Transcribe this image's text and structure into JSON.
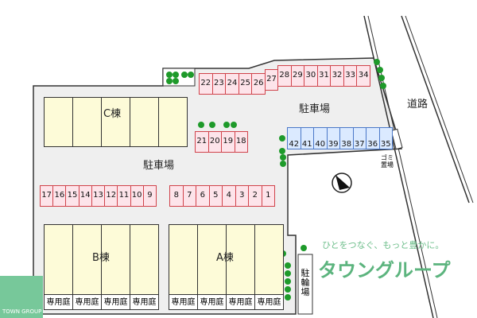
{
  "labels": {
    "road": "道路",
    "parking_main": "駐車場",
    "parking_center": "駐車場",
    "building_c": "C棟",
    "building_b": "B棟",
    "building_a": "A棟",
    "garbage": "ゴミ置場",
    "bike": "駐輪場",
    "garden": "専用庭"
  },
  "stalls": {
    "row_top_low": [
      "22",
      "23",
      "24",
      "25",
      "26"
    ],
    "row_top_mid": [
      "27"
    ],
    "row_top_high": [
      "28",
      "29",
      "30",
      "31",
      "32",
      "33",
      "34"
    ],
    "row_center": [
      "21",
      "20",
      "19",
      "18"
    ],
    "row_blue": [
      "42",
      "41",
      "40",
      "39",
      "38",
      "37",
      "36",
      "35"
    ],
    "row_left": [
      "17",
      "16",
      "15",
      "14",
      "13",
      "12",
      "11",
      "10",
      "9"
    ],
    "row_right": [
      "8",
      "7",
      "6",
      "5",
      "4",
      "3",
      "2",
      "1"
    ]
  },
  "watermark": {
    "tagline": "ひとをつなぐ、もっと豊かに。",
    "brand": "タウングループ",
    "logo_text": "TOWN GROUP"
  },
  "colors": {
    "stall_pink": "#fde4ea",
    "stall_blue": "#dbeaff",
    "building": "#fdfbd8",
    "lot": "#efefef",
    "tree": "#1e9a2a"
  }
}
